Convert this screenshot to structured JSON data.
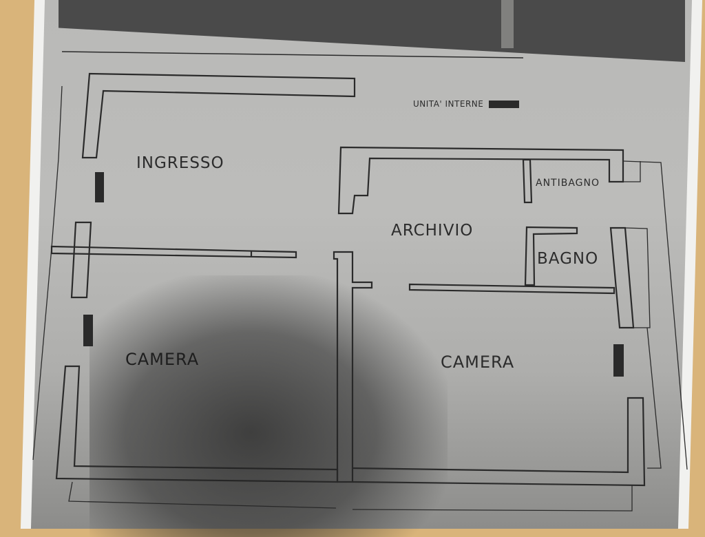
{
  "document": {
    "type": "floor-plan-photo",
    "legend": {
      "label": "UNITA' INTERNE",
      "swatch_color": "#2a2a2a"
    },
    "rooms": [
      {
        "id": "ingresso",
        "label": "INGRESSO"
      },
      {
        "id": "archivio",
        "label": "ARCHIVIO"
      },
      {
        "id": "antibagno",
        "label": "ANTIBAGNO"
      },
      {
        "id": "bagno",
        "label": "BAGNO"
      },
      {
        "id": "camera-left",
        "label": "CAMERA"
      },
      {
        "id": "camera-right",
        "label": "CAMERA"
      }
    ],
    "colors": {
      "background_table": "#d9b47a",
      "paper": "#bcbcba",
      "wall_line": "#2a2a2a",
      "indoor_unit": "#2a2a2a"
    }
  }
}
